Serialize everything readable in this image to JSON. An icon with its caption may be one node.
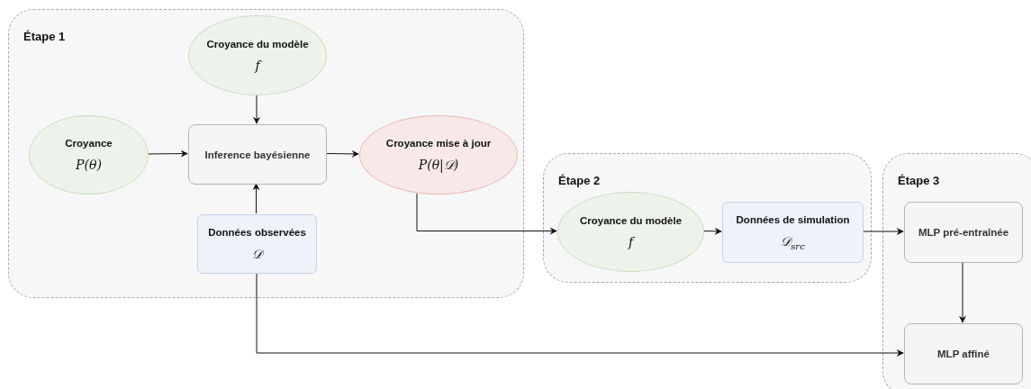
{
  "diagram": {
    "nodes": [
      {
        "text": [
          "Étape 1"
        ]
      },
      {
        "text": [
          "Croyance du modèle",
          "f"
        ],
        "in": 0
      },
      {
        "text": [
          "Croyance",
          "P(θ)"
        ],
        "in": 0
      },
      {
        "text": [
          "Inference bayésienne"
        ],
        "in": 0
      },
      {
        "text": [
          "Croyance mise à jour",
          "P(θ|𝒟)"
        ],
        "in": 0
      },
      {
        "text": [
          "Données observées",
          "𝒟"
        ],
        "in": 0
      },
      {
        "text": [
          "Étape 2"
        ]
      },
      {
        "text": [
          "Croyance du modèle",
          "f"
        ],
        "in": 6
      },
      {
        "text": [
          "Données de simulation",
          "𝒟$_{src}$"
        ],
        "in": 6
      },
      {
        "text": [
          "Étape 3"
        ]
      },
      {
        "text": [
          "MLP pré-entraînée"
        ],
        "in": 9
      },
      {
        "text": [
          "MLP affiné"
        ],
        "in": 9
      }
    ],
    "edges": [
      {
        "from": 1,
        "to": 3,
        "arrow": "to"
      },
      {
        "from": 2,
        "to": 3,
        "arrow": "to"
      },
      {
        "from": 3,
        "to": 4,
        "arrow": "to"
      },
      {
        "from": 5,
        "to": 3,
        "arrow": "to"
      },
      {
        "from": 4,
        "to": 7,
        "arrow": "to"
      },
      {
        "from": 7,
        "to": 8,
        "arrow": "to"
      },
      {
        "from": 8,
        "to": 10,
        "arrow": "to"
      },
      {
        "from": 10,
        "to": 11,
        "arrow": "to"
      },
      {
        "from": 5,
        "to": 11,
        "arrow": "to"
      }
    ]
  }
}
